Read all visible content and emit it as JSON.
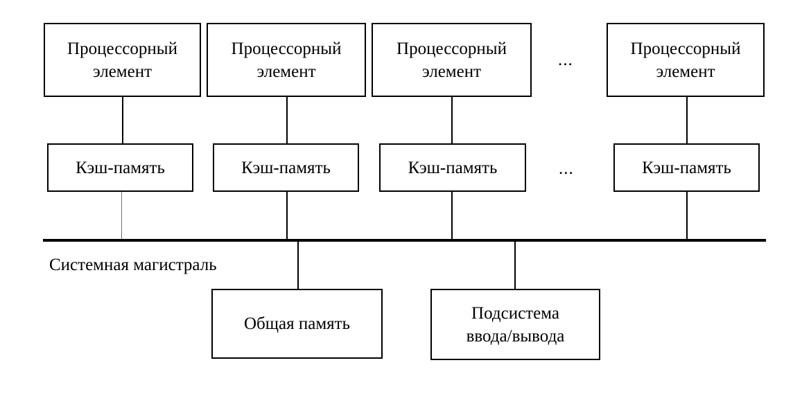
{
  "diagram": {
    "title_visible": false,
    "background_color": "#ffffff",
    "line_color": "#000000",
    "processing_elements": [
      {
        "label": "Процессорный\nэлемент"
      },
      {
        "label": "Процессорный\nэлемент"
      },
      {
        "label": "Процессорный\nэлемент"
      },
      {
        "label": "Процессорный\nэлемент"
      }
    ],
    "caches": [
      {
        "label": "Кэш-память"
      },
      {
        "label": "Кэш-память"
      },
      {
        "label": "Кэш-память"
      },
      {
        "label": "Кэш-память"
      }
    ],
    "ellipsis_pe": "...",
    "ellipsis_cache": "...",
    "bus_label": "Системная магистраль",
    "shared_memory": {
      "label": "Общая память"
    },
    "io_subsystem": {
      "label": "Подсистема\nввода/вывода"
    }
  }
}
